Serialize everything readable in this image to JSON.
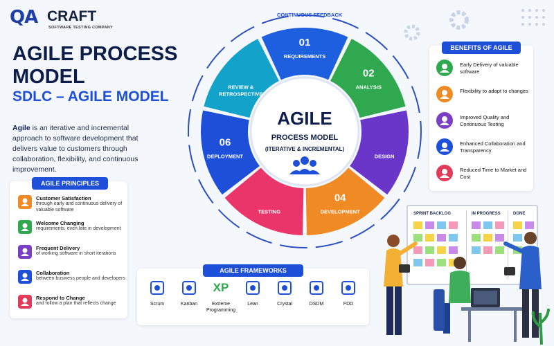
{
  "logo": {
    "qa": "QA",
    "craft": "CRAFT",
    "sub": "SOFTWARE TESTING COMPANY"
  },
  "title": {
    "line1": "AGILE PROCESS",
    "line2": "MODEL",
    "subtitle": "SDLC – AGILE MODEL"
  },
  "intro": {
    "bold": "Agile",
    "text": " is an iterative and incremental approach to software development that delivers value to customers through collaboration, flexibility, and continuous improvement."
  },
  "principles": {
    "heading": "AGILE PRINCIPLES",
    "items": [
      {
        "title": "Customer Satisfaction",
        "desc": "through early and continuous delivery of valuable software",
        "color": "#f08a24",
        "icon": "users-icon"
      },
      {
        "title": "Welcome Changing",
        "desc": "requirements, even late in development",
        "color": "#2fa84f",
        "icon": "chat-icon"
      },
      {
        "title": "Frequent Delivery",
        "desc": "of working software in short iterations",
        "color": "#7b3fc4",
        "icon": "team-icon"
      },
      {
        "title": "Collaboration",
        "desc": "between business people and developers",
        "color": "#1e4fd8",
        "icon": "bar-chart-icon"
      },
      {
        "title": "Respond to Change",
        "desc": "and follow a plan that reflects change",
        "color": "#e23b5a",
        "icon": "refresh-icon"
      }
    ]
  },
  "diagram": {
    "feedback": "CONTINUOUS FEEDBACK",
    "center": {
      "title": "AGILE",
      "line2": "PROCESS MODEL",
      "line3": "(ITERATIVE & INCREMENTAL)"
    },
    "phases": [
      {
        "num": "01",
        "label": "REQUIREMENTS",
        "color": "#1e5fe0"
      },
      {
        "num": "02",
        "label": "ANALYSIS",
        "color": "#2fa84f"
      },
      {
        "num": "",
        "label": "DESIGN",
        "color": "#6a35c9"
      },
      {
        "num": "04",
        "label": "DEVELOPMENT",
        "color": "#f08a24"
      },
      {
        "num": "",
        "label": "TESTING",
        "color": "#e9356a"
      },
      {
        "num": "06",
        "label": "DEPLOYMENT",
        "color": "#1e4fd8"
      },
      {
        "num": "",
        "label": "REVIEW & RETROSPECTIVE",
        "color": "#13a2c9"
      }
    ]
  },
  "benefits": {
    "heading": "BENEFITS OF AGILE",
    "items": [
      {
        "text": "Early Delivery of valuable software",
        "color": "#2fa84f",
        "icon": "users-icon"
      },
      {
        "text": "Flexibility to adapt to changes",
        "color": "#f08a24",
        "icon": "refresh-icon"
      },
      {
        "text": "Improved Quality and Continuous Testing",
        "color": "#7b3fc4",
        "icon": "bar-chart-icon"
      },
      {
        "text": "Enhanced Collaboration and Transparency",
        "color": "#1e4fd8",
        "icon": "team-icon"
      },
      {
        "text": "Reduced Time to Market and Cost",
        "color": "#e23b5a",
        "icon": "dollar-icon"
      }
    ]
  },
  "frameworks": {
    "heading": "AGILE FRAMEWORKS",
    "items": [
      {
        "label": "Scrum",
        "icon": "scrum-icon"
      },
      {
        "label": "Kanban",
        "icon": "kanban-icon"
      },
      {
        "label": "Extreme Programming",
        "icon": "xp-icon"
      },
      {
        "label": "Lean",
        "icon": "funnel-icon"
      },
      {
        "label": "Crystal",
        "icon": "crystal-icon"
      },
      {
        "label": "DSDM",
        "icon": "gear-icon"
      },
      {
        "label": "FDD",
        "icon": "code-icon"
      }
    ],
    "xp": "XP"
  },
  "board": {
    "col1": "SPRINT BACKLOG",
    "col2": "IN PROGRESS",
    "col3": "DONE"
  }
}
